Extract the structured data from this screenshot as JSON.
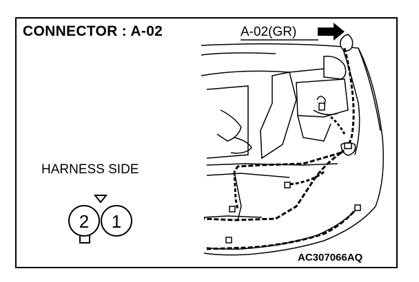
{
  "diagram": {
    "title": "CONNECTOR : A-02",
    "view_label": "HARNESS SIDE",
    "callout_label": "A-02(GR)",
    "figure_id": "AC307066AQ",
    "connector": {
      "pins": [
        {
          "label": "2"
        },
        {
          "label": "1"
        }
      ]
    }
  },
  "icons": [
    "arrow-right-icon",
    "locator-triangle-icon",
    "connector-lock-icon"
  ]
}
